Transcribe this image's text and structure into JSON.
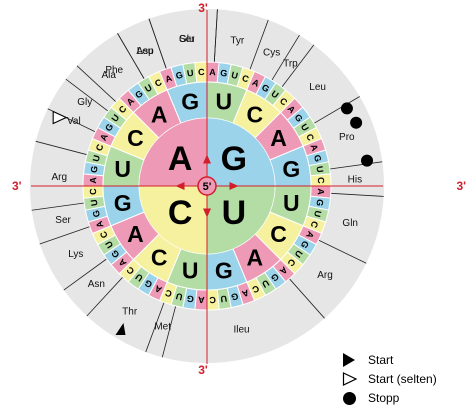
{
  "colors": {
    "A": "#ee9ab7",
    "G": "#9bd3ea",
    "U": "#b4dda5",
    "C": "#f6f19e",
    "outer_band": "#e6e6e6",
    "axis": "#d21e2a"
  },
  "center": {
    "label": "5'"
  },
  "ring1": [
    "G",
    "U",
    "C",
    "A"
  ],
  "ring2": [
    "U",
    "C",
    "A",
    "G",
    "U",
    "C",
    "A",
    "G",
    "U",
    "C",
    "A",
    "G",
    "U",
    "C",
    "A",
    "G"
  ],
  "ring3": [
    "A",
    "G",
    "U",
    "C",
    "A",
    "G",
    "U",
    "C",
    "A",
    "G",
    "U",
    "C",
    "A",
    "G",
    "U",
    "C",
    "A",
    "G",
    "U",
    "C",
    "A",
    "G",
    "U",
    "C",
    "A",
    "G",
    "U",
    "C",
    "A",
    "G",
    "U",
    "C",
    "A",
    "G",
    "U",
    "C",
    "A",
    "G",
    "U",
    "C",
    "A",
    "G",
    "U",
    "C",
    "A",
    "G",
    "U",
    "C",
    "A",
    "G",
    "U",
    "C",
    "A",
    "G",
    "U",
    "C",
    "A",
    "G",
    "U",
    "C",
    "A",
    "G",
    "U",
    "C"
  ],
  "amino_acids": [
    {
      "label": "Gly"
    },
    {
      "label": "Phe"
    },
    {
      "label": "Leu"
    },
    {
      "label": "Ser"
    },
    {
      "label": "Tyr"
    },
    {
      "label": "Cys"
    },
    {
      "label": "Trp"
    },
    {
      "label": "Leu"
    },
    {
      "label": "Pro"
    },
    {
      "label": "His"
    },
    {
      "label": "Gln"
    },
    {
      "label": "Arg"
    },
    {
      "label": "Ileu"
    },
    {
      "label": "Met"
    },
    {
      "label": "Thr"
    },
    {
      "label": "Asn"
    },
    {
      "label": "Lys"
    },
    {
      "label": "Ser"
    },
    {
      "label": "Arg"
    },
    {
      "label": "Val"
    },
    {
      "label": "Ala"
    },
    {
      "label": "Asp"
    },
    {
      "label": "Glu"
    }
  ],
  "axis_labels": {
    "top": "3'",
    "right": "3'",
    "bottom": "3'",
    "left": "3'"
  },
  "legend": {
    "start": "Start",
    "start_rare": "Start (selten)",
    "stop": "Stopp"
  }
}
